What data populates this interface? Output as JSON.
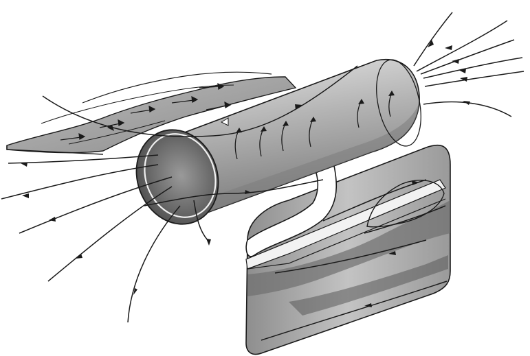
{
  "figure": {
    "colors": {
      "background": "#ffffff",
      "ink": "#1a1a1a",
      "surface_light": "#d6d6d6",
      "surface_mid": "#a9a9a9",
      "surface_dark": "#6e6e6e",
      "inner_shadow": "#505050"
    },
    "elements": [
      {
        "name": "flat-sheet",
        "icon": "wavy-sheet"
      },
      {
        "name": "cylindrical-tube",
        "icon": "tube"
      },
      {
        "name": "flared-ribbon",
        "icon": "ribbon"
      },
      {
        "name": "folded-plate",
        "icon": "plate"
      },
      {
        "name": "field-lines",
        "icon": "arrow-curves"
      }
    ]
  }
}
